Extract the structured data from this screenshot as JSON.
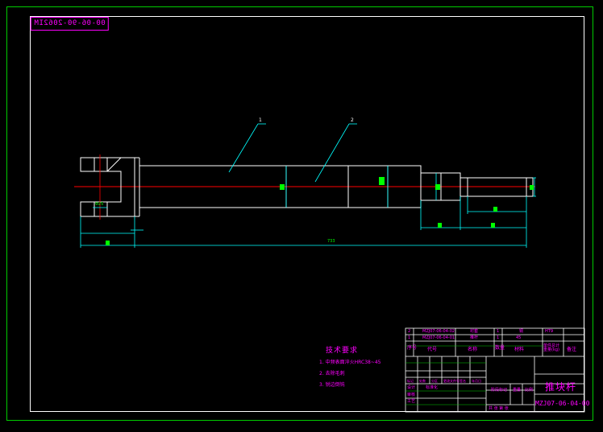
{
  "title_block_code": "00-06-90-2062IM",
  "technical_requirements": {
    "title": "技术要求",
    "items": [
      "1. 中频表面淬火HRC38~45",
      "2. 去除毛刺",
      "3. 锐边倒钝"
    ]
  },
  "balloons": [
    "1",
    "2"
  ],
  "dimension_labels": {
    "overall_length": "733",
    "pin_hole": "Φ25"
  },
  "parts_list": {
    "rows": [
      {
        "seq": "2",
        "code": "MZJ07-06-04-02",
        "name": "衬套",
        "qty": "1",
        "material": "铜",
        "remark": "HT9"
      },
      {
        "seq": "1",
        "code": "MZJ07-06-04-01",
        "name": "推杆",
        "qty": "1",
        "material": "45",
        "remark": ""
      }
    ],
    "header": {
      "seq": "序号",
      "code": "代号",
      "name": "名称",
      "qty": "数量",
      "material": "材料",
      "weight": "单件总计重量(kg)",
      "remark": "备注"
    }
  },
  "title_block": {
    "part_name": "推块杆",
    "drawing_number": "MZJ07-06-04-00",
    "revision_row": [
      "标记",
      "处数",
      "分区",
      "更改文件号",
      "签名",
      "年月日"
    ],
    "roles": [
      "设计",
      "审核",
      "工艺"
    ],
    "stage_label": "阶段标记",
    "weight_label": "重量",
    "scale_label": "比例",
    "sheet_label": "共  张  第  张",
    "standard_label": "标准化"
  },
  "colors": {
    "frame": "#00cc00",
    "outline": "#ffffff",
    "centerline": "#ff0000",
    "dimension": "#00ffff",
    "annotation": "#ff00ff",
    "text": "#00ff00"
  }
}
